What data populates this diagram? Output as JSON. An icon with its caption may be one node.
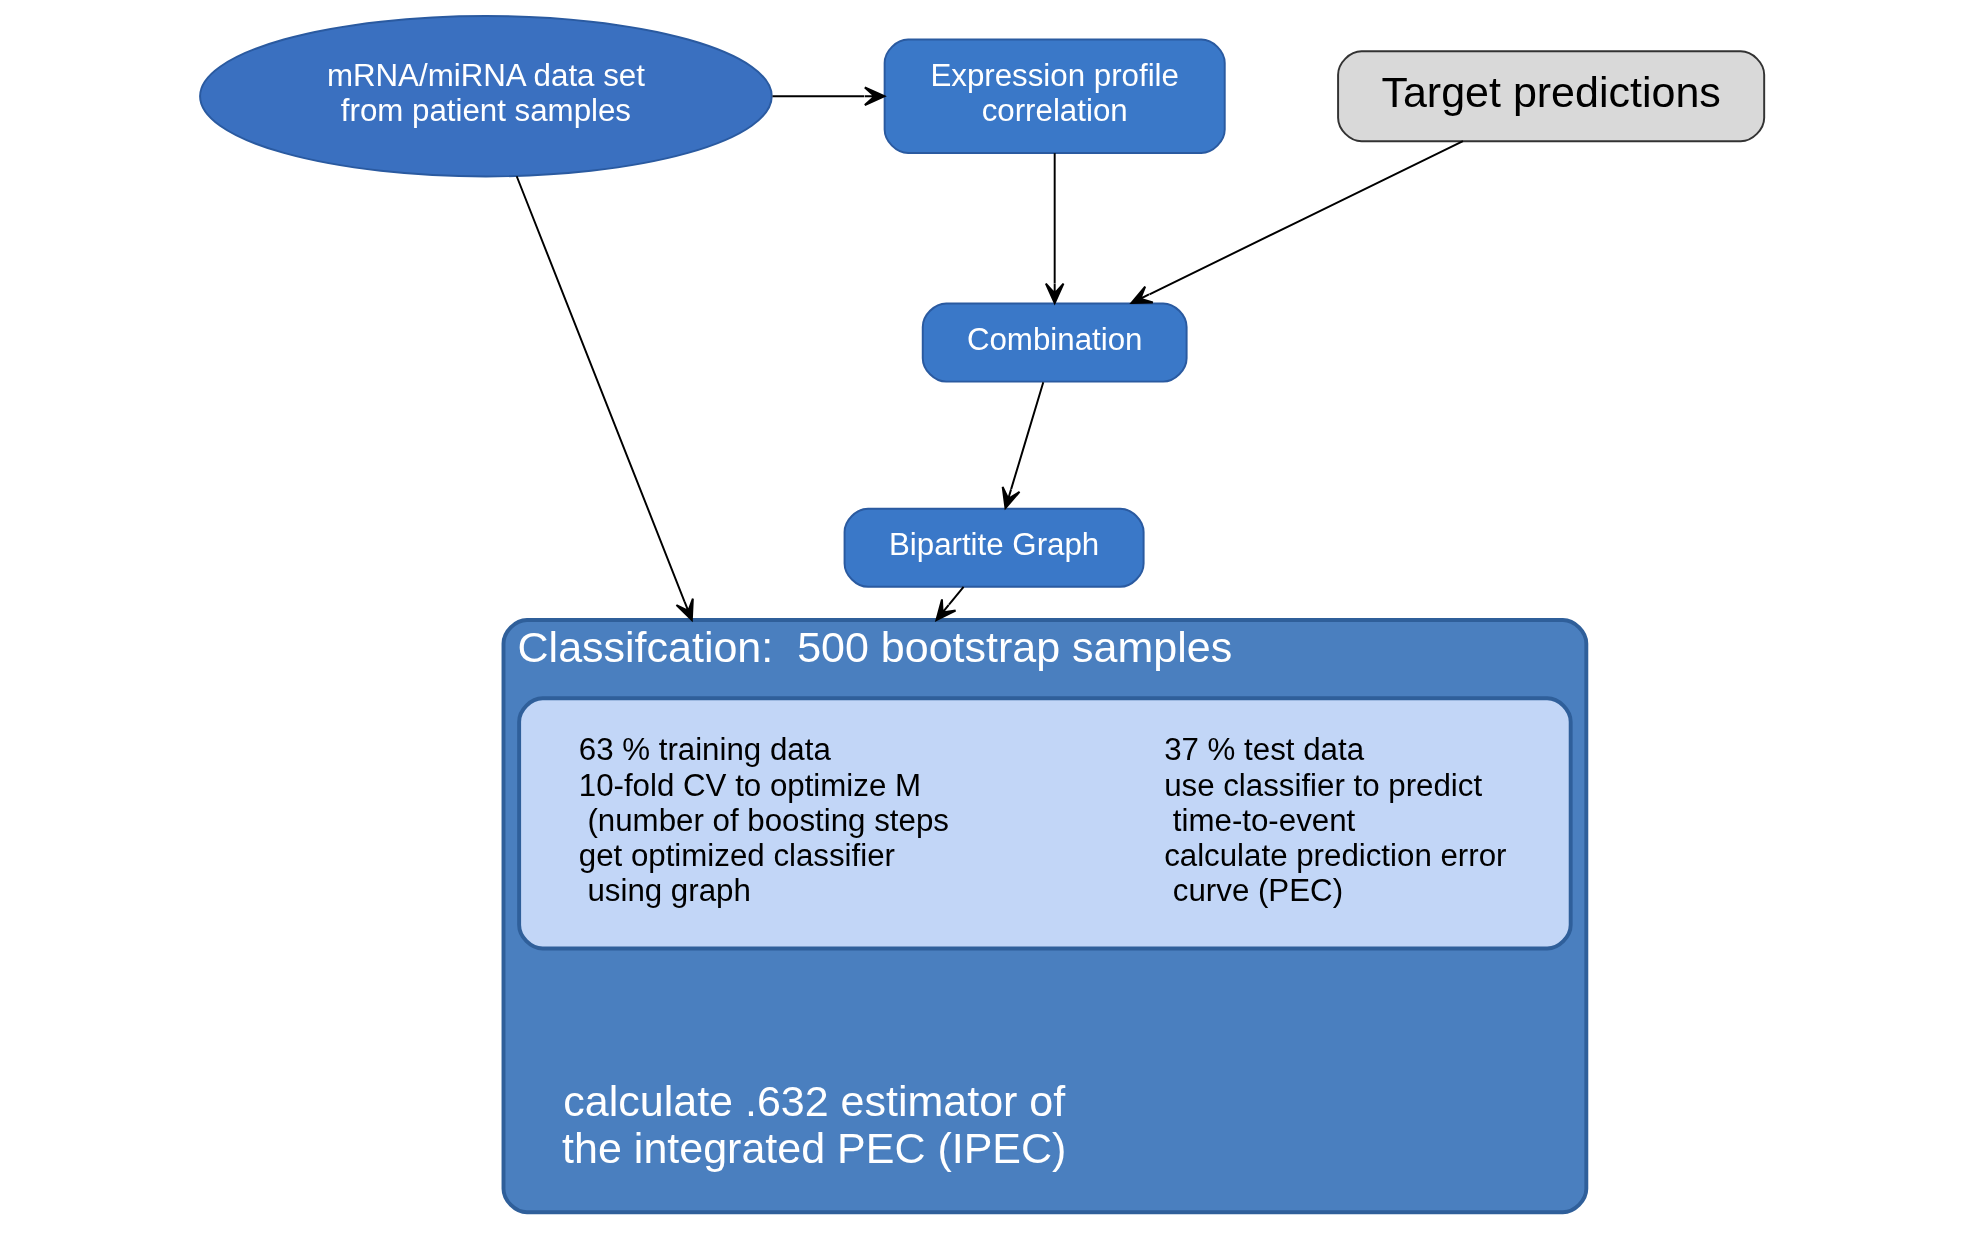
{
  "diagram": {
    "nodes": [
      {
        "text": [
          "mRNA/miRNA data set from patient samples"
        ]
      },
      {
        "text": [
          "Expression profile correlation"
        ]
      },
      {
        "text": [
          "Target predictions"
        ]
      },
      {
        "text": [
          "Classifcation:  500 bootstrap samples",
          "calculate .632 estimator of the integrated PEC (IPEC)"
        ]
      },
      {
        "text": [],
        "shape": "box",
        "in": 3
      },
      {
        "text": [
          "63 % training data",
          "10-fold CV to optimize M (number of boosting steps",
          "get optimized classifier using graph"
        ],
        "in": 4
      },
      {
        "text": [
          "37 % test data",
          "use classifier to predict time-to-event",
          "calculate prediction error curve (PEC)"
        ],
        "in": 4
      },
      {
        "text": [
          "Combination"
        ]
      },
      {
        "text": [
          "Bipartite Graph"
        ]
      }
    ],
    "edges": [
      {
        "from": 0,
        "to": 1,
        "arrow": "to"
      },
      {
        "from": 0,
        "to": 3,
        "arrow": "to"
      },
      {
        "from": 1,
        "to": 7,
        "arrow": "to"
      },
      {
        "from": 2,
        "to": 7,
        "arrow": "to"
      },
      {
        "from": 7,
        "to": 8,
        "arrow": "to"
      },
      {
        "from": 8,
        "to": 3,
        "arrow": "to"
      }
    ]
  }
}
